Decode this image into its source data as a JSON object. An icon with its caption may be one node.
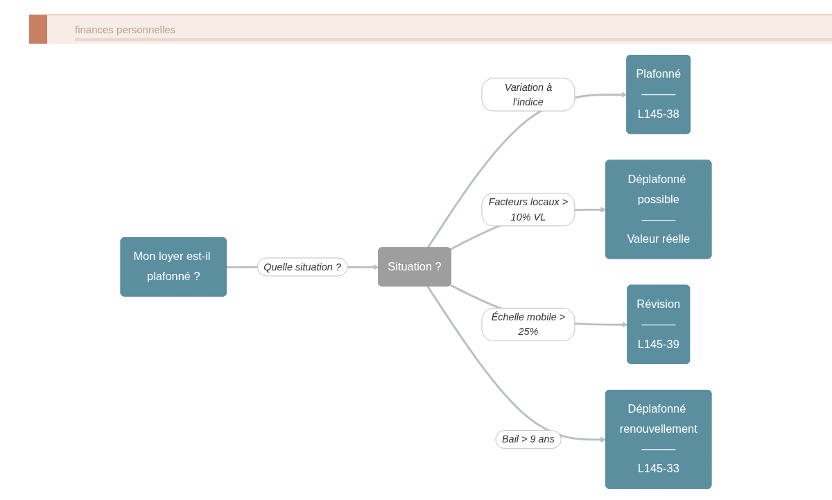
{
  "diagram": {
    "nodes": [
      {
        "text": [
          "Mon loyer est-il plafonné ?"
        ]
      },
      {
        "text": [
          "Situation ?"
        ]
      },
      {
        "text": [
          "Plafonné",
          "———",
          "L145-38"
        ]
      },
      {
        "text": [
          "Déplafonné possible",
          "———",
          "Valeur réelle"
        ]
      },
      {
        "text": [
          "Révision",
          "———",
          "L145-39"
        ]
      },
      {
        "text": [
          "Déplafonné renouvellement",
          "———",
          "L145-33"
        ]
      }
    ],
    "edges": [
      {
        "from": 0,
        "to": 1,
        "arrow": "to",
        "label": "Quelle situation ?"
      },
      {
        "from": 1,
        "to": 2,
        "arrow": "to",
        "label": "Variation à l'indice"
      },
      {
        "from": 1,
        "to": 3,
        "arrow": "to",
        "label": "Facteurs locaux > 10% VL"
      },
      {
        "from": 1,
        "to": 4,
        "arrow": "to",
        "label": "Échelle mobile > 25%"
      },
      {
        "from": 1,
        "to": 5,
        "arrow": "to",
        "label": "Bail > 9 ans"
      }
    ],
    "labels": [
      "finances personnelles"
    ]
  }
}
